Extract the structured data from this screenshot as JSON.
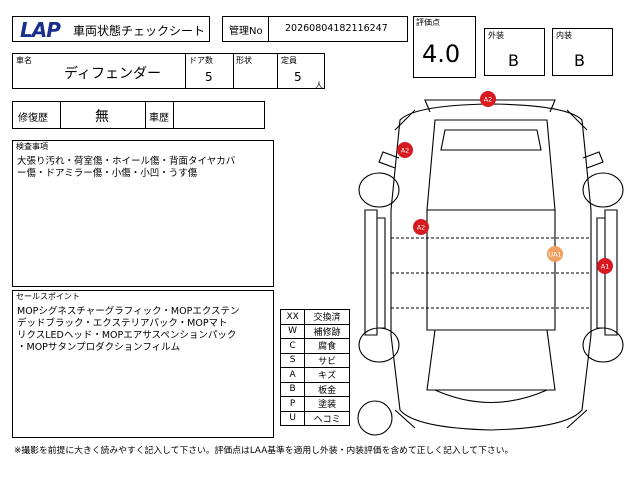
{
  "logo": "LAP",
  "sheet_title": "車両状態チェックシート",
  "management": {
    "label": "管理No",
    "value": "20260804182116247"
  },
  "rating": {
    "label": "評価点",
    "value": "4.0"
  },
  "exterior": {
    "label": "外装",
    "value": "B"
  },
  "interior": {
    "label": "内装",
    "value": "B"
  },
  "car_name": {
    "label": "車名",
    "value": "ディフェンダー"
  },
  "doors": {
    "label": "ドア数",
    "value": "5"
  },
  "shape": {
    "label": "形状",
    "value": ""
  },
  "capacity": {
    "label": "定員",
    "value": "5",
    "unit": "人"
  },
  "repair_history": {
    "label": "修復歴",
    "value": "無"
  },
  "car_history": {
    "label": "車歴",
    "value": ""
  },
  "inspection": {
    "label": "検査事項",
    "lines": [
      "大張り汚れ・荷室傷・ホイール傷・背面タイヤカバ",
      "ー傷・ドアミラー傷・小傷・小凹・うす傷"
    ]
  },
  "sales_point": {
    "label": "セールスポイント",
    "lines": [
      "MOPシグネスチャーグラフィック・MOPエクステン",
      "デッドブラック・エクステリアパック・MOPマト",
      "リクスLEDヘッド・MOPエアサスペンションパック",
      "・MOPサタンプロダクションフィルム"
    ]
  },
  "legend": [
    {
      "code": "XX",
      "meaning": "交換済"
    },
    {
      "code": "W",
      "meaning": "補修跡"
    },
    {
      "code": "C",
      "meaning": "腐食"
    },
    {
      "code": "S",
      "meaning": "サビ"
    },
    {
      "code": "A",
      "meaning": "キズ"
    },
    {
      "code": "B",
      "meaning": "板金"
    },
    {
      "code": "P",
      "meaning": "塗装"
    },
    {
      "code": "U",
      "meaning": "ヘコミ"
    }
  ],
  "damage_marks": [
    {
      "code": "A2",
      "color": "#d71920"
    },
    {
      "code": "A2",
      "color": "#d71920"
    },
    {
      "code": "A2",
      "color": "#d71920"
    },
    {
      "code": "A1",
      "color": "#d71920"
    },
    {
      "code": "UA1",
      "color": "#f0a060"
    }
  ],
  "footer_note": "※撮影を前提に大きく読みやすく記入して下さい。評価点はLAA基準を適用し外装・内装評価を含めて正しく記入して下さい。"
}
